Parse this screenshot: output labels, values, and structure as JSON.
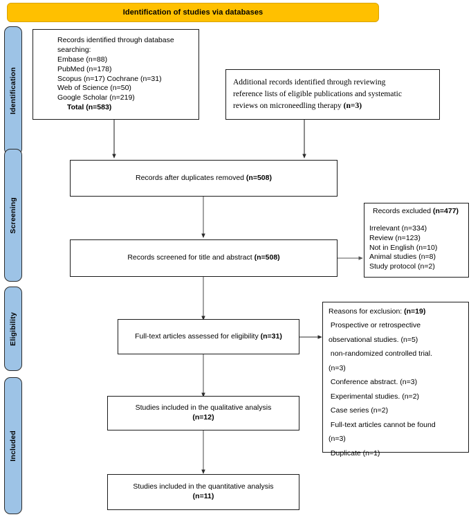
{
  "banner": {
    "title": "Identification of studies via databases",
    "color": "#FFC000"
  },
  "stages": [
    {
      "id": "identification",
      "label": "Identification"
    },
    {
      "id": "screening",
      "label": "Screening"
    },
    {
      "id": "eligibility",
      "label": "Eligibility"
    },
    {
      "id": "included",
      "label": "Included"
    }
  ],
  "stage_color": "#9DC3E6",
  "boxes": {
    "records_identified": {
      "lines": [
        "Records identified through database",
        "searching:",
        "Embase (n=88)",
        "PubMed (n=178)",
        "Scopus (n=17) Cochrane (n=31)",
        "Web of Science (n=50)",
        "Google Scholar (n=219)"
      ],
      "total": "Total (n=583)"
    },
    "additional_records": {
      "line1": "Additional records identified through reviewing",
      "line2": "reference lists of eligible publications and systematic",
      "line3_text": "reviews on microneedling therapy ",
      "line3_bold": "(n=3)"
    },
    "duplicates_removed": {
      "text": "Records after duplicates removed ",
      "count": "(n=508)"
    },
    "records_screened": {
      "text": "Records screened for title and abstract ",
      "count": "(n=508)"
    },
    "records_excluded": {
      "heading_text": "Records excluded ",
      "heading_count": "(n=477)",
      "items": [
        "Irrelevant (n=334)",
        "Review (n=123)",
        "Not in English (n=10)",
        "Animal studies (n=8)",
        "Study protocol (n=2)"
      ]
    },
    "fulltext_assessed": {
      "text": "Full-text articles assessed for eligibility ",
      "count": "(n=31)"
    },
    "reasons_exclusion": {
      "heading_text": "Reasons for exclusion: ",
      "heading_count": "(n=19)",
      "items": [
        " Prospective or retrospective",
        "observational studies. (n=5)",
        " non-randomized controlled trial.",
        "(n=3)",
        " Conference abstract. (n=3)",
        " Experimental studies. (n=2)",
        " Case series (n=2)",
        " Full-text articles cannot be found",
        "(n=3)",
        " Duplicate (n=1)"
      ]
    },
    "qualitative": {
      "text": "Studies included in the qualitative analysis",
      "count": "(n=12)"
    },
    "quantitative": {
      "text": "Studies included in the quantitative analysis",
      "count": "(n=11)"
    }
  }
}
